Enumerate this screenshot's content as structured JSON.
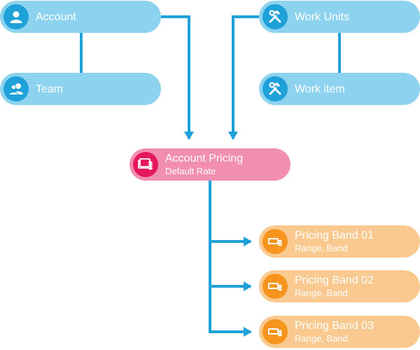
{
  "colors": {
    "connector": "#1ea0d8",
    "blue_node": "#8dd3f0",
    "blue_icon": "#1ea0d8",
    "pink_node": "#f28eae",
    "pink_icon": "#e5185c",
    "orange_node": "#f9c98f",
    "orange_icon": "#f7941d",
    "text": "#ffffff"
  },
  "nodes": {
    "account": {
      "title": "Account",
      "icon": "user-icon"
    },
    "team": {
      "title": "Team",
      "icon": "users-icon"
    },
    "work_units": {
      "title": "Work Units",
      "icon": "tools-icon"
    },
    "work_item": {
      "title": "Work item",
      "icon": "tools-icon"
    },
    "account_pricing": {
      "title": "Account Pricing",
      "subtitle": "Default Rate",
      "icon": "pricing-icon"
    },
    "band_01": {
      "title": "Pricing Band 01",
      "subtitle": "Range, Band",
      "icon": "cash-coins-icon"
    },
    "band_02": {
      "title": "Pricing Band 02",
      "subtitle": "Range, Band",
      "icon": "cash-coins-icon"
    },
    "band_03": {
      "title": "Pricing Band 03",
      "subtitle": "Range, Band",
      "icon": "cash-coins-icon"
    }
  }
}
